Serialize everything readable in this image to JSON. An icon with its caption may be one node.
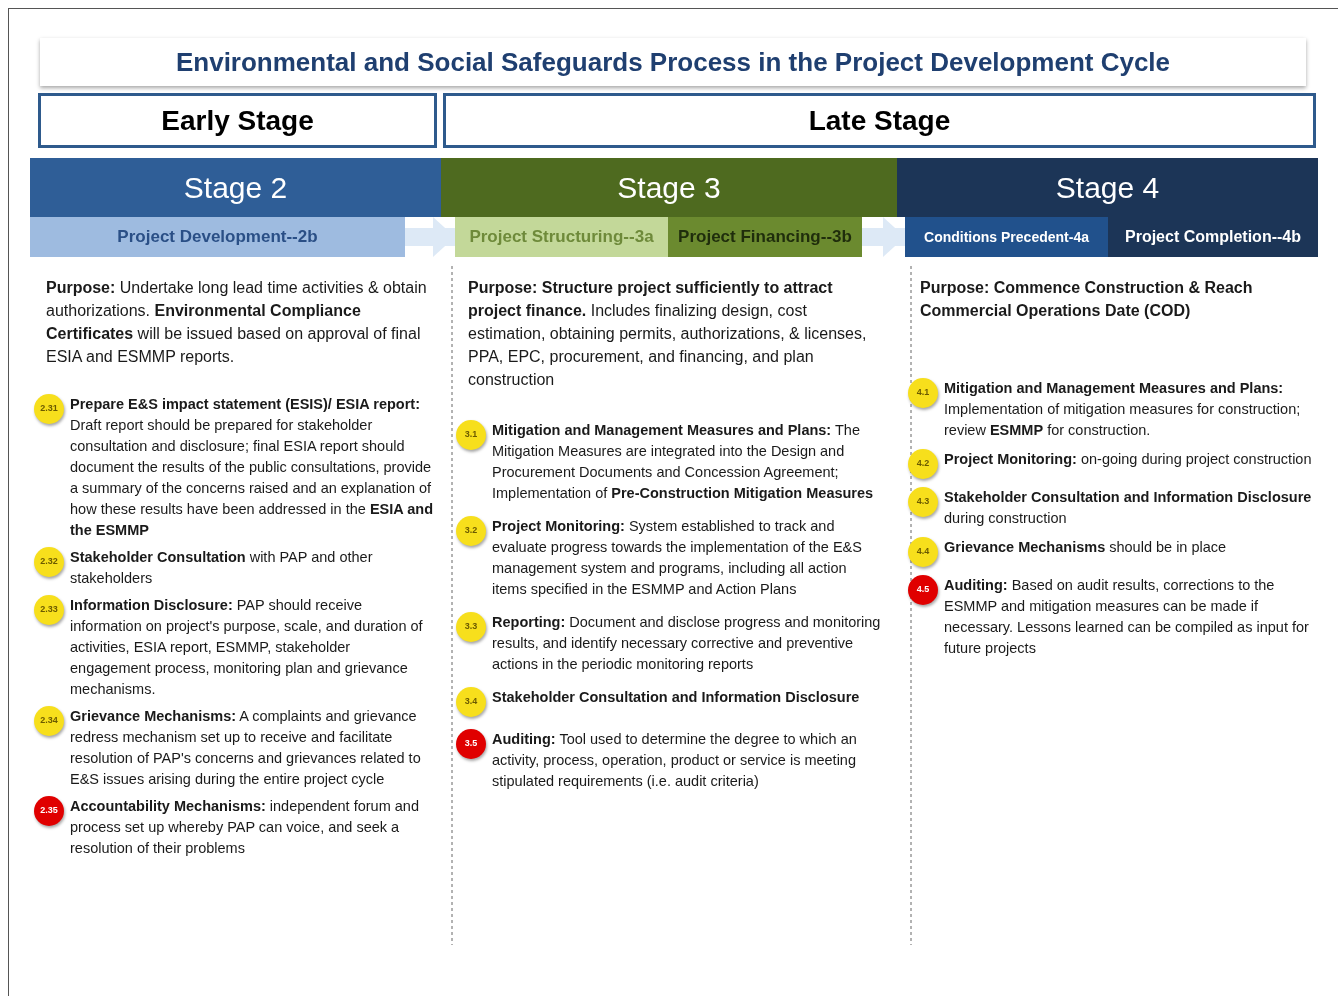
{
  "diagram": {
    "title": "Environmental and Social Safeguards Process in the Project Development Cycle",
    "nodes": [
      {
        "text": [
          "Early Stage"
        ]
      },
      {
        "text": [
          "Late Stage"
        ]
      },
      {
        "text": [
          "Stage 2"
        ]
      },
      {
        "text": [
          "Stage 3"
        ]
      },
      {
        "text": [
          "Stage 4"
        ]
      },
      {
        "text": [
          "Project Development--2b"
        ]
      },
      {
        "text": [
          "Project Structuring--3a"
        ]
      },
      {
        "text": [
          "Project Financing--3b"
        ]
      },
      {
        "text": [
          "Conditions Precedent-4a"
        ]
      },
      {
        "text": [
          "Project Completion--4b"
        ]
      },
      {
        "text": [
          "2.31"
        ],
        "beside": [
          "**Prepare E&S impact statement (ESIS)/ ESIA report:** Draft report should be prepared for stakeholder consultation and disclosure; final ESIA report should document the results of the public consultations, provide a summary of the concerns raised and an explanation of how these results have been addressed in the **ESIA and the ESMMP**"
        ]
      },
      {
        "text": [
          "2.32"
        ],
        "beside": [
          "**Stakeholder Consultation** with PAP and other stakeholders"
        ]
      },
      {
        "text": [
          "2.33"
        ],
        "beside": [
          "**Information Disclosure:** PAP should receive information on project's purpose, scale, and duration of activities, ESIA report, ESMMP, stakeholder engagement process, monitoring plan and grievance mechanisms."
        ]
      },
      {
        "text": [
          "2.34"
        ],
        "beside": [
          "**Grievance Mechanisms:** A complaints and grievance redress mechanism set up to receive and facilitate resolution of PAP's concerns and grievances related to E&S issues arising during the entire project cycle"
        ]
      },
      {
        "text": [
          "2.35"
        ],
        "beside": [
          "**Accountability Mechanisms:** independent forum and process set up whereby PAP can voice, and seek a resolution of their problems"
        ]
      },
      {
        "text": [
          "3.1"
        ],
        "beside": [
          "**Mitigation and Management Measures and Plans:** The Mitigation Measures are integrated into the Design and Procurement Documents and Concession Agreement; Implementation of **Pre-Construction Mitigation Measures**"
        ]
      },
      {
        "text": [
          "3.2"
        ],
        "beside": [
          "**Project Monitoring:** System established to track and evaluate progress towards the implementation of the E&S management system and programs, including all action items specified in the ESMMP and Action Plans"
        ]
      },
      {
        "text": [
          "3.3"
        ],
        "beside": [
          "**Reporting:** Document and disclose progress and monitoring results, and identify necessary corrective and preventive actions in the periodic monitoring reports"
        ]
      },
      {
        "text": [
          "3.4"
        ],
        "beside": [
          "**Stakeholder Consultation and Information Disclosure**"
        ]
      },
      {
        "text": [
          "3.5"
        ],
        "beside": [
          "**Auditing:** Tool used to determine the degree to which an activity, process, operation, product or service is meeting stipulated requirements (i.e. audit criteria)"
        ]
      },
      {
        "text": [
          "4.1"
        ],
        "beside": [
          "**Mitigation and Management Measures and Plans:** Implementation of mitigation measures for construction; review **ESMMP** for construction."
        ]
      },
      {
        "text": [
          "4.2"
        ],
        "beside": [
          "**Project Monitoring:** on-going during project construction"
        ]
      },
      {
        "text": [
          "4.3"
        ],
        "beside": [
          "**Stakeholder Consultation and Information Disclosure** during construction"
        ]
      },
      {
        "text": [
          "4.4"
        ],
        "beside": [
          "**Grievance Mechanisms** should be in place"
        ]
      },
      {
        "text": [
          "4.5"
        ],
        "beside": [
          "**Auditing:** Based on audit results, corrections to the ESMMP and mitigation measures can be made if necessary. Lessons learned can be compiled as input for future projects"
        ]
      }
    ],
    "edges": [
      {
        "from": 5,
        "to": 6,
        "arrow": "to"
      },
      {
        "from": 7,
        "to": 8,
        "arrow": "to"
      }
    ],
    "labels": [
      "**Purpose:** Undertake long lead time activities & obtain authorizations. **Environmental Compliance Certificates** will be issued based on approval of final ESIA and ESMMP reports.",
      "**Purpose: Structure project sufficiently to attract project finance.** Includes finalizing design, cost estimation, obtaining permits, authorizations, & licenses, PPA, EPC, procurement, and financing, and plan construction",
      "Purpose: Commence Construction & Reach Commercial Operations Date (COD)"
    ]
  }
}
